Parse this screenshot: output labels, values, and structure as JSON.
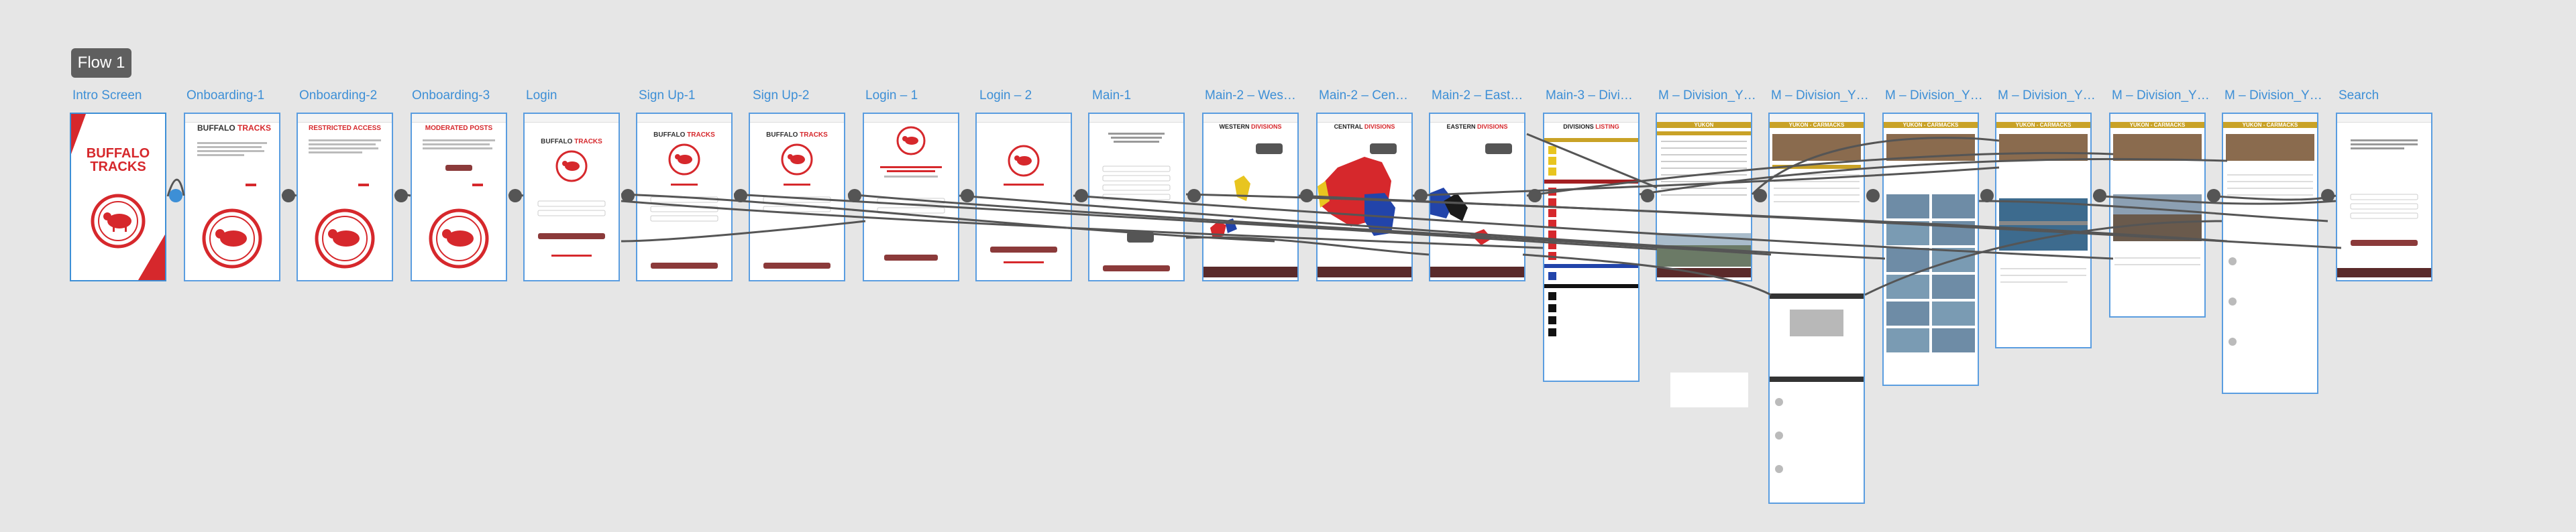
{
  "flow": {
    "title": "Flow 1"
  },
  "screens": [
    {
      "label": "Intro Screen"
    },
    {
      "label": "Onboarding-1",
      "heading_red": "BUFFALO",
      "heading_black": "TRACKS"
    },
    {
      "label": "Onboarding-2",
      "heading": "RESTRICTED ACCESS"
    },
    {
      "label": "Onboarding-3",
      "heading": "MODERATED POSTS"
    },
    {
      "label": "Login",
      "brand_black": "BUFFALO",
      "brand_red": "TRACKS"
    },
    {
      "label": "Sign Up-1",
      "brand_black": "BUFFALO",
      "brand_red": "TRACKS"
    },
    {
      "label": "Sign Up-2",
      "brand_black": "BUFFALO",
      "brand_red": "TRACKS"
    },
    {
      "label": "Login – 1"
    },
    {
      "label": "Login – 2"
    },
    {
      "label": "Main-1"
    },
    {
      "label": "Main-2 – Wes…",
      "heading_black": "WESTERN",
      "heading_red": "DIVISIONS"
    },
    {
      "label": "Main-2 – Cen…",
      "heading_black": "CENTRAL",
      "heading_red": "DIVISIONS"
    },
    {
      "label": "Main-2 – East…",
      "heading_black": "EASTERN",
      "heading_red": "DIVISIONS"
    },
    {
      "label": "Main-3 – Divi…",
      "heading_black": "DIVISIONS",
      "heading_red": "LISTING"
    },
    {
      "label": "M – Division_Y…",
      "heading": "YUKON"
    },
    {
      "label": "M – Division_Y…",
      "heading": "YUKON - CARMACKS"
    },
    {
      "label": "M – Division_Y…",
      "heading": "YUKON - CARMACKS"
    },
    {
      "label": "M – Division_Y…",
      "heading": "YUKON - CARMACKS"
    },
    {
      "label": "M – Division_Y…",
      "heading": "YUKON - CARMACKS"
    },
    {
      "label": "M – Division_Y…",
      "heading": "YUKON - CARMACKS"
    },
    {
      "label": "Search"
    }
  ],
  "intro": {
    "title_line1": "BUFFALO",
    "title_line2": "TRACKS"
  },
  "colors": {
    "accent": "#d6282c",
    "frame_border": "#5a9de0",
    "label": "#3d8fd6",
    "gold": "#c9a227",
    "wire": "#555555"
  }
}
